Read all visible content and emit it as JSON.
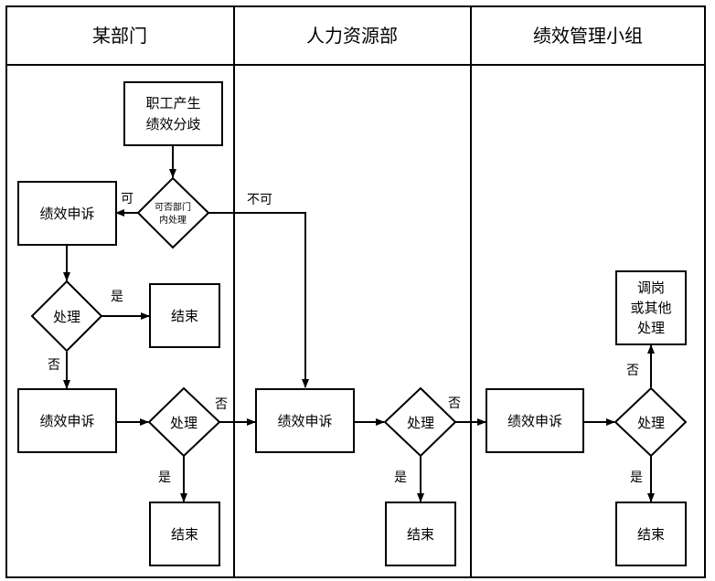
{
  "lanes": [
    {
      "title": "某部门"
    },
    {
      "title": "人力资源部"
    },
    {
      "title": "绩效管理小组"
    }
  ],
  "nodes": {
    "start": [
      "职工产生",
      "绩效分歧"
    ],
    "decision_internal": [
      "可否部门",
      "内处理"
    ],
    "appeal_dept_1": "绩效申诉",
    "decision_dept_1": "处理",
    "end_dept_1": "结束",
    "appeal_dept_2": "绩效申诉",
    "decision_dept_2": "处理",
    "end_dept_2": "结束",
    "appeal_hr": "绩效申诉",
    "decision_hr": "处理",
    "end_hr": "结束",
    "appeal_group": "绩效申诉",
    "decision_group": "处理",
    "end_group": "结束",
    "transfer": [
      "调岗",
      "或其他",
      "处理"
    ]
  },
  "edge_labels": {
    "can": "可",
    "cannot": "不可",
    "yes_dept_1": "是",
    "no_dept_1": "否",
    "no_dept_2": "否",
    "yes_dept_2": "是",
    "no_hr": "否",
    "yes_hr": "是",
    "no_group": "否",
    "yes_group": "是"
  }
}
